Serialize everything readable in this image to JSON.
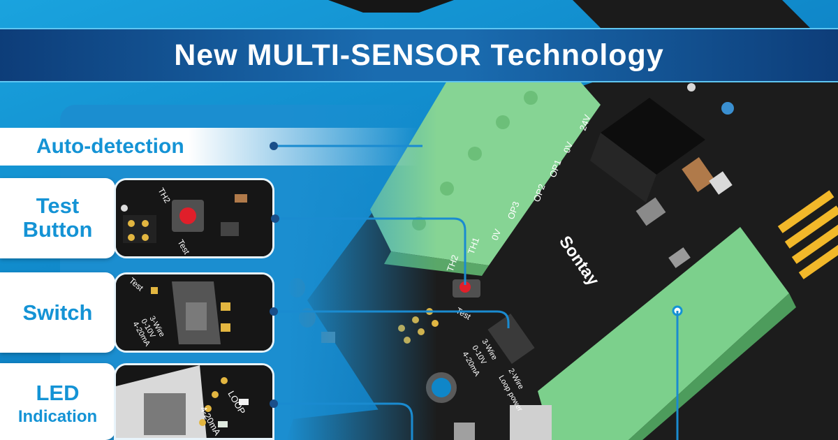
{
  "title": "New MULTI-SENSOR Technology",
  "features": [
    {
      "line1": "Auto-detection",
      "line2": ""
    },
    {
      "line1": "Test",
      "line2": "Button"
    },
    {
      "line1": "Switch",
      "line2": ""
    },
    {
      "line1": "LED",
      "line2": "Indication"
    }
  ],
  "board": {
    "brand": "Sontay",
    "terminal_labels": [
      "24V",
      "0V",
      "OP1",
      "OP2",
      "OP3",
      "0V"
    ],
    "silk_th1": "TH1",
    "silk_th2": "TH2",
    "silk_test": "Test",
    "switch_modes": [
      "3-Wire",
      "0-10V",
      "4-20mA"
    ],
    "loop_mode": [
      "2-Wire",
      "Loop power"
    ]
  },
  "thumbs": {
    "test": {
      "th2": "TH2",
      "test": "Test"
    },
    "switch": {
      "test": "Test",
      "modes": [
        "3-Wire",
        "0-10V",
        "4-20mA"
      ]
    },
    "led": {
      "loop": "LOOP",
      "ma": "4-20mA"
    }
  },
  "colors": {
    "accent": "#1493d5",
    "band": "#1a6cb0",
    "pcb": "#1c1c1c",
    "terminal": "#7fd08e"
  }
}
